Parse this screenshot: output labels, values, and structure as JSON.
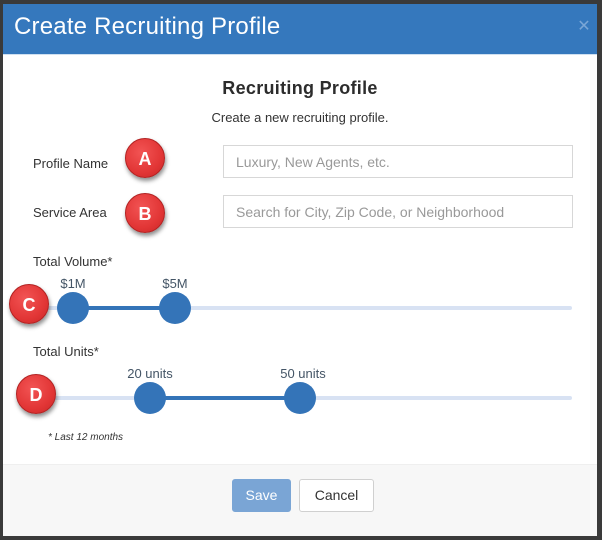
{
  "dialog": {
    "title": "Create Recruiting Profile",
    "close_icon": "close-icon"
  },
  "section": {
    "title": "Recruiting Profile",
    "subtitle": "Create a new recruiting profile."
  },
  "fields": {
    "profile_name": {
      "label": "Profile Name",
      "value": "",
      "placeholder": "Luxury, New Agents, etc.",
      "annotation": "A"
    },
    "service_area": {
      "label": "Service Area",
      "value": "",
      "placeholder": "Search for City, Zip Code, or Neighborhood",
      "annotation": "B"
    }
  },
  "sliders": {
    "total_volume": {
      "label": "Total Volume*",
      "min_label": "$1M",
      "max_label": "$5M",
      "annotation": "C"
    },
    "total_units": {
      "label": "Total Units*",
      "min_label": "20 units",
      "max_label": "50 units",
      "annotation": "D"
    }
  },
  "footnote": "* Last 12 months",
  "footer": {
    "save_label": "Save",
    "cancel_label": "Cancel"
  },
  "colors": {
    "header_bg": "#3578bd",
    "slider_active": "#3474b8",
    "slider_track": "#d8e2f3",
    "save_button": "#7aa5d5",
    "annotation_badge": "#e23636"
  }
}
